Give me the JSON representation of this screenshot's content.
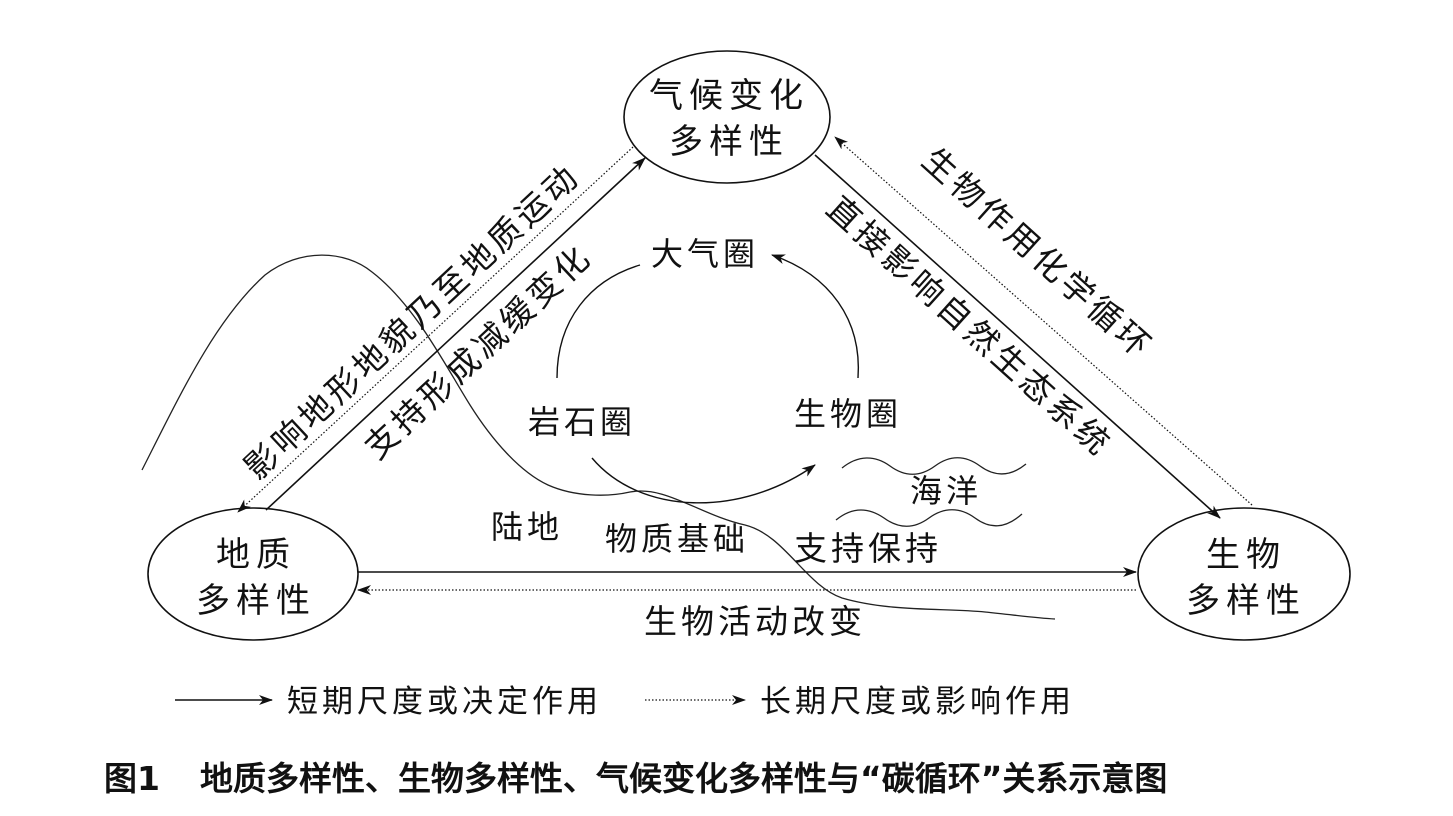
{
  "nodes": {
    "climate": {
      "line1": "气候变化",
      "line2": "多样性"
    },
    "geo": {
      "line1": "地质",
      "line2": "多样性"
    },
    "bio": {
      "line1": "生物",
      "line2": "多样性"
    }
  },
  "edges": {
    "geo_to_climate": "支持形成减缓变化",
    "climate_to_geo": "影响地形地貌乃至地质运动",
    "climate_to_bio": "直接影响自然生态系统",
    "bio_to_climate": "生物作用化学循环",
    "geo_to_bio": "支持保持",
    "bio_to_geo": "生物活动改变"
  },
  "spheres": {
    "atmosphere": "大气圈",
    "lithosphere": "岩石圈",
    "biosphere": "生物圈",
    "ocean": "海洋",
    "land": "陆地",
    "material_basis": "物质基础"
  },
  "legend": {
    "solid": "短期尺度或决定作用",
    "dotted": "长期尺度或影响作用"
  },
  "caption": {
    "figure_no": "图1",
    "title": "地质多样性、生物多样性、气候变化多样性与“碳循环”关系示意图"
  }
}
